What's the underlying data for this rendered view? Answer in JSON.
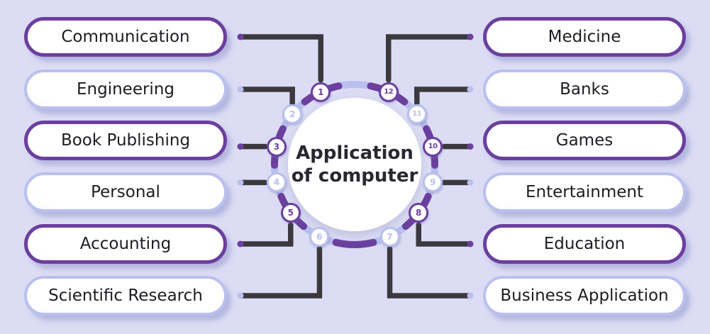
{
  "title": {
    "line1": "Application",
    "line2": "of computer"
  },
  "colors": {
    "background": "#dcddf4",
    "purple": "#6b3f9e",
    "lavender": "#b9c0ee",
    "connector": "#3b383e",
    "pill_text": "#1d1c22",
    "title_text": "#2a2730"
  },
  "left_items": [
    {
      "label": "Communication",
      "theme": "dark",
      "node": 1
    },
    {
      "label": "Engineering",
      "theme": "light",
      "node": 2
    },
    {
      "label": "Book Publishing",
      "theme": "dark",
      "node": 3
    },
    {
      "label": "Personal",
      "theme": "light",
      "node": 4
    },
    {
      "label": "Accounting",
      "theme": "dark",
      "node": 5
    },
    {
      "label": "Scientific Research",
      "theme": "light",
      "node": 6
    }
  ],
  "right_items": [
    {
      "label": "Medicine",
      "theme": "dark",
      "node": 12
    },
    {
      "label": "Banks",
      "theme": "light",
      "node": 11
    },
    {
      "label": "Games",
      "theme": "dark",
      "node": 10
    },
    {
      "label": "Entertainment",
      "theme": "light",
      "node": 9
    },
    {
      "label": "Education",
      "theme": "dark",
      "node": 8
    },
    {
      "label": "Business Application",
      "theme": "light",
      "node": 7
    }
  ],
  "nodes": [
    {
      "num": 1,
      "theme": "dark"
    },
    {
      "num": 2,
      "theme": "light"
    },
    {
      "num": 3,
      "theme": "dark"
    },
    {
      "num": 4,
      "theme": "light"
    },
    {
      "num": 5,
      "theme": "dark"
    },
    {
      "num": 6,
      "theme": "light"
    },
    {
      "num": 7,
      "theme": "light"
    },
    {
      "num": 8,
      "theme": "dark"
    },
    {
      "num": 9,
      "theme": "light"
    },
    {
      "num": 10,
      "theme": "dark"
    },
    {
      "num": 11,
      "theme": "light"
    },
    {
      "num": 12,
      "theme": "dark"
    }
  ]
}
